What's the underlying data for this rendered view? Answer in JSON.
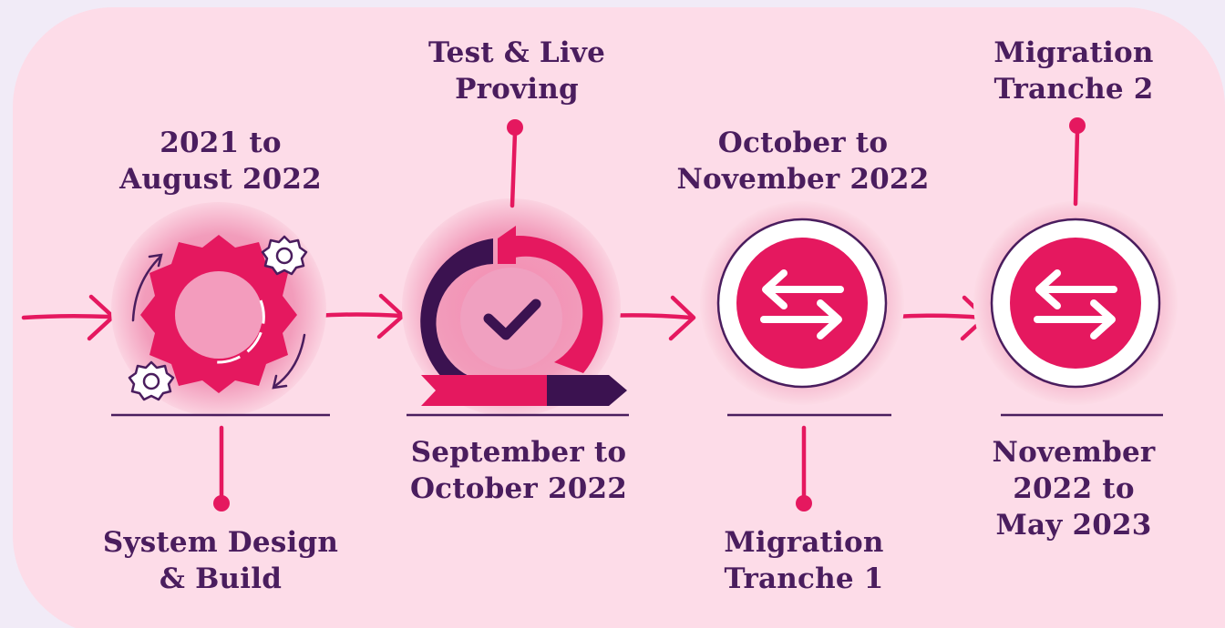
{
  "colors": {
    "background": "#f1ebf7",
    "panel": "#fddce8",
    "magenta": "#e5185f",
    "purple": "#4a1d5e",
    "white": "#ffffff"
  },
  "stages": [
    {
      "name": "System Design\n& Build",
      "date": "2021 to\nAugust 2022",
      "icon": "gear-icon"
    },
    {
      "name": "Test & Live\nProving",
      "date": "September to\nOctober 2022",
      "icon": "cycle-check-icon"
    },
    {
      "name": "Migration\nTranche 1",
      "date": "October to\nNovember 2022",
      "icon": "swap-arrows-icon"
    },
    {
      "name": "Migration\nTranche 2",
      "date": "November\n2022 to\nMay 2023",
      "icon": "swap-arrows-icon"
    }
  ]
}
